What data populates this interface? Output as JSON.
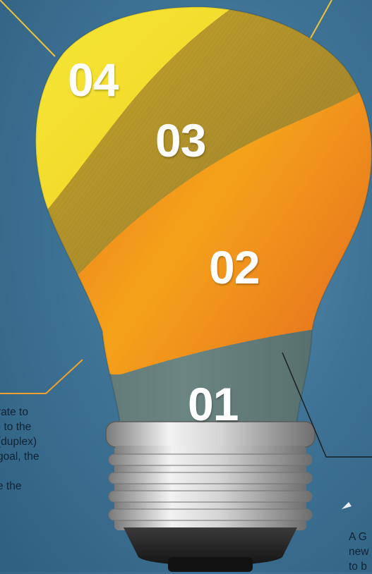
{
  "segments": [
    {
      "id": "01",
      "label": "01",
      "color": "#5f7a78"
    },
    {
      "id": "02",
      "label": "02",
      "color": "#f29a1c"
    },
    {
      "id": "03",
      "label": "03",
      "color": "#c9a126"
    },
    {
      "id": "04",
      "label": "04",
      "color": "#f2e02a"
    }
  ],
  "callouts": {
    "left_text": "rate to\n) to the\n(duplex)\ngoal, the\n\ne the",
    "right_text": "A G\nnew\nto b"
  },
  "colors": {
    "background": "#3f7496",
    "leader_line_yellow": "#f0c23a",
    "leader_line_orange": "#f0a030",
    "leader_line_dark": "#1a1f22"
  }
}
